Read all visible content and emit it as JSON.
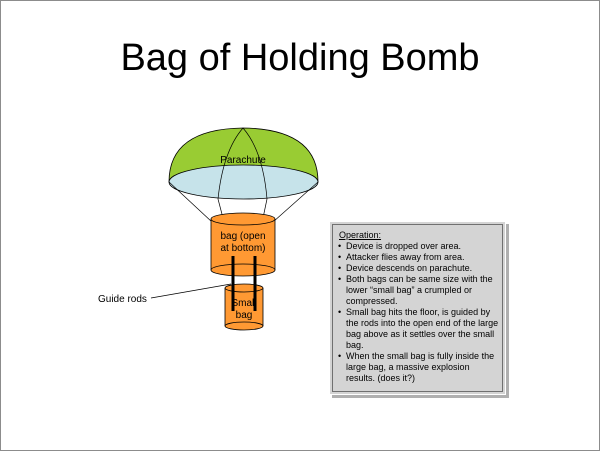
{
  "slide": {
    "title": "Bag of Holding Bomb"
  },
  "diagram": {
    "parachute_label": "Parachute",
    "big_bag_label_line1": "bag (open",
    "big_bag_label_line2": "at bottom)",
    "small_bag_label_line1": "Small",
    "small_bag_label_line2": "bag",
    "guide_rods_label": "Guide rods",
    "colors": {
      "parachute": "#99cc33",
      "parachute_underside": "#c6e3ea",
      "bag": "#ff9933",
      "rods": "#000000"
    }
  },
  "operation": {
    "title": "Operation:",
    "items": [
      "Device is dropped over area.",
      "Attacker flies away from area.",
      "Device descends on parachute.",
      "Both bags can be same size with the lower “small bag” a crumpled or compressed.",
      "Small bag hits the floor, is guided by the rods into the open end of the large bag above as it settles over the small bag.",
      "When the small bag is fully inside the large bag, a massive explosion results. (does it?)"
    ]
  }
}
